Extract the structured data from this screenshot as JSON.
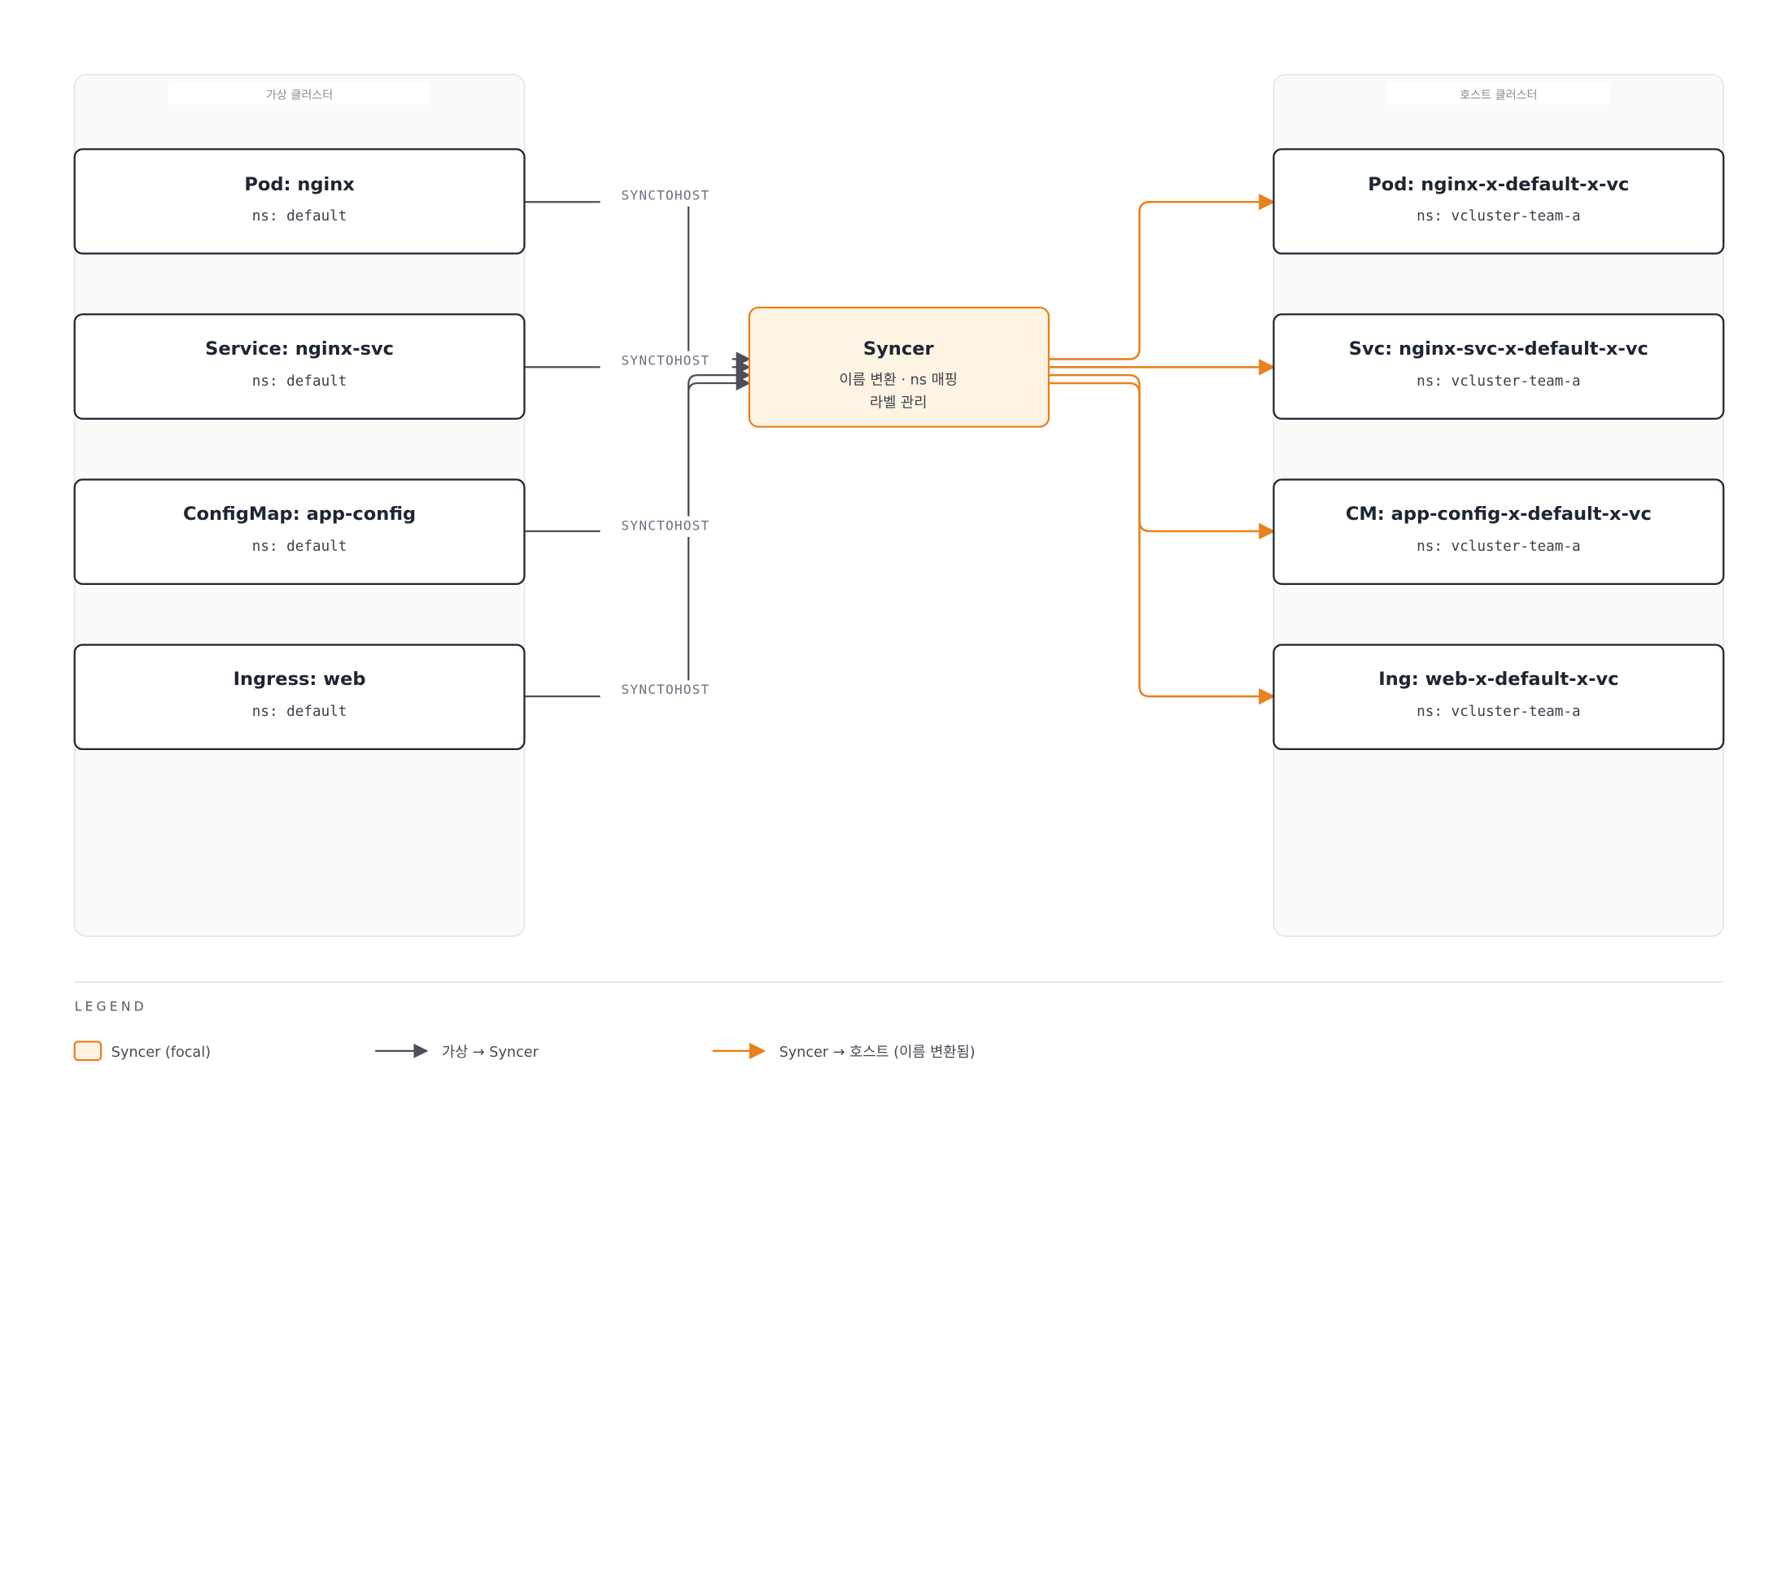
{
  "colors": {
    "focal_fill": "#fff4e3",
    "focal_stroke": "#e8811f",
    "node_stroke": "#1e2533",
    "edge_dark": "#4a4f5a",
    "edge_orange": "#e8811f"
  },
  "virtual_cluster": {
    "tag": "가상 클러스터",
    "nodes": [
      {
        "title": "Pod: nginx",
        "ns": "ns: default"
      },
      {
        "title": "Service: nginx-svc",
        "ns": "ns: default"
      },
      {
        "title": "ConfigMap: app-config",
        "ns": "ns: default"
      },
      {
        "title": "Ingress: web",
        "ns": "ns: default"
      }
    ]
  },
  "edges_in": [
    {
      "label": "SYNCTOHOST"
    },
    {
      "label": "SYNCTOHOST"
    },
    {
      "label": "SYNCTOHOST"
    },
    {
      "label": "SYNCTOHOST"
    }
  ],
  "syncer": {
    "title": "Syncer",
    "line1": "이름 변환 · ns 매핑",
    "line2": "라벨 관리"
  },
  "host_cluster": {
    "tag": "호스트 클러스터",
    "nodes": [
      {
        "title": "Pod: nginx-x-default-x-vc",
        "ns": "ns: vcluster-team-a"
      },
      {
        "title": "Svc: nginx-svc-x-default-x-vc",
        "ns": "ns: vcluster-team-a"
      },
      {
        "title": "CM: app-config-x-default-x-vc",
        "ns": "ns: vcluster-team-a"
      },
      {
        "title": "Ing: web-x-default-x-vc",
        "ns": "ns: vcluster-team-a"
      }
    ]
  },
  "legend": {
    "title": "LEGEND",
    "items": [
      {
        "label": "Syncer (focal)"
      },
      {
        "label": "가상 → Syncer"
      },
      {
        "label": "Syncer → 호스트 (이름 변환됨)"
      }
    ]
  }
}
